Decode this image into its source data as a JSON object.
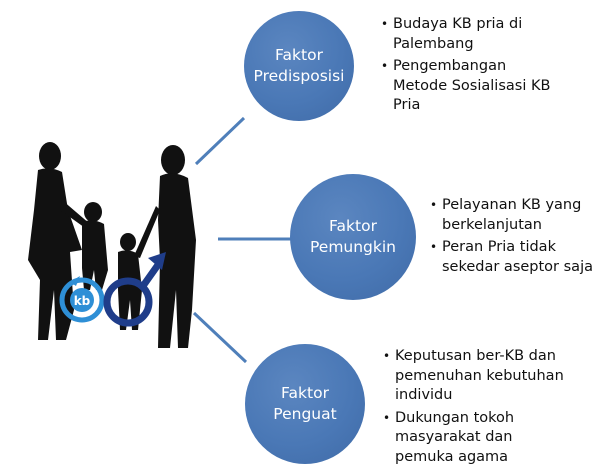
{
  "factors": [
    {
      "title_line1": "Faktor",
      "title_line2": "Predisposisi",
      "items": [
        [
          "Budaya KB pria di",
          "Palembang"
        ],
        [
          "Pengembangan",
          "Metode Sosialisasi KB",
          "Pria"
        ]
      ]
    },
    {
      "title_line1": "Faktor",
      "title_line2": "Pemungkin",
      "items": [
        [
          "Pelayanan KB yang",
          "berkelanjutan"
        ],
        [
          "Peran Pria tidak",
          "sekedar aseptor saja"
        ]
      ]
    },
    {
      "title_line1": "Faktor",
      "title_line2": "Penguat",
      "items": [
        [
          "Keputusan ber-KB dan",
          "pemenuhan kebutuhan",
          "individu"
        ],
        [
          "Dukungan tokoh",
          "masyarakat dan",
          "pemuka agama"
        ]
      ]
    }
  ],
  "logo": {
    "text": "kb"
  },
  "colors": {
    "circle": "#4a78b6",
    "connector": "#4f7fba",
    "silhouette": "#111111",
    "logo_light": "#2e8fd6",
    "logo_dark": "#1f3d8a"
  }
}
